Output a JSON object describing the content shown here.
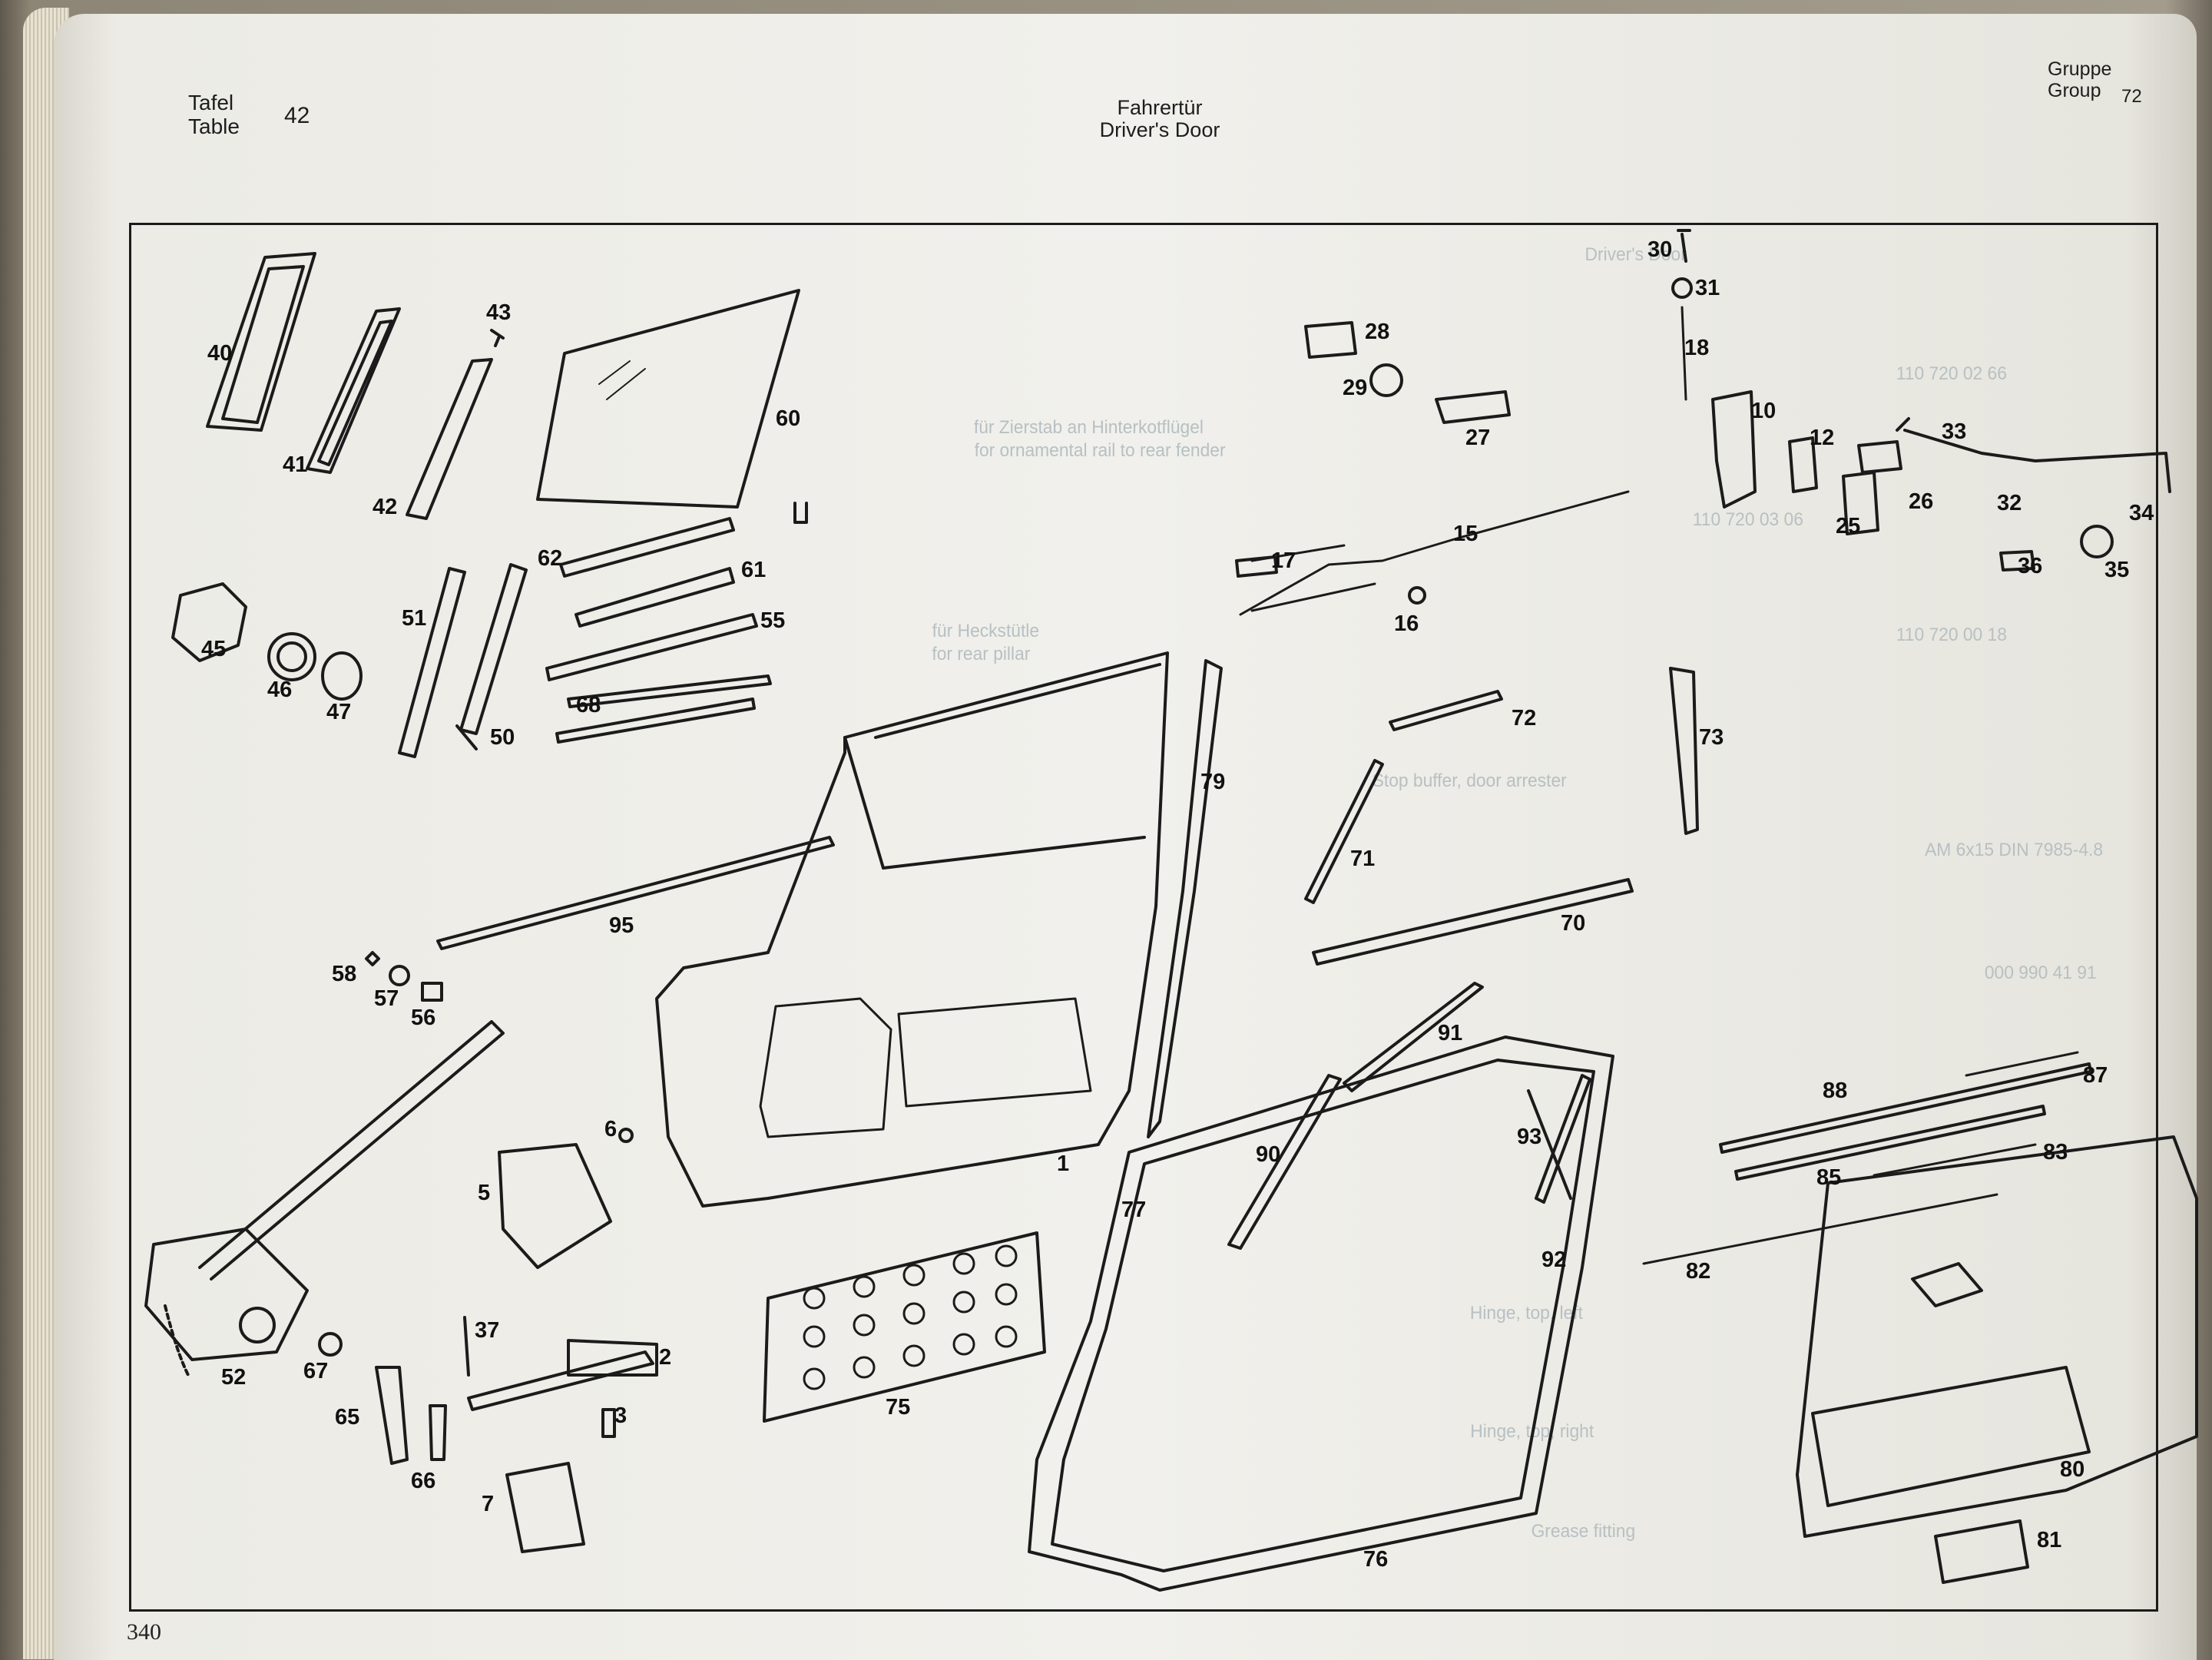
{
  "header": {
    "tafel_label": "Tafel",
    "table_label": "Table",
    "table_number": "42",
    "title_de": "Fahrertür",
    "title_en": "Driver's Door",
    "gruppe_label": "Gruppe",
    "group_label": "Group",
    "group_number": "72"
  },
  "page_number": "340",
  "colors": {
    "paper": "#f1f0ec",
    "ink": "#1b1b1b",
    "bleed": "#b7c0c3"
  },
  "bleed_through": [
    "Driver's Door",
    "110 720 02 66",
    "110 720 00 18",
    "110 720 03 06",
    "AM 6x15 DIN 7985-4.8",
    "000 990 41 91",
    "für Zierstab an Hinterkotflügel",
    "for ornamental rail to rear fender",
    "für Heckstütle",
    "for rear pillar",
    "Stop buffer, door arrester",
    "Hinge, top, left",
    "Hinge, top, right",
    "Grease fitting"
  ],
  "callouts": [
    "1",
    "2",
    "3",
    "5",
    "6",
    "7",
    "10",
    "12",
    "15",
    "16",
    "17",
    "18",
    "25",
    "26",
    "27",
    "28",
    "29",
    "30",
    "31",
    "32",
    "33",
    "34",
    "35",
    "36",
    "37",
    "40",
    "41",
    "42",
    "43",
    "45",
    "46",
    "47",
    "50",
    "51",
    "52",
    "55",
    "56",
    "57",
    "58",
    "60",
    "61",
    "62",
    "65",
    "66",
    "67",
    "68",
    "70",
    "71",
    "72",
    "73",
    "75",
    "76",
    "77",
    "79",
    "80",
    "81",
    "82",
    "83",
    "85",
    "87",
    "88",
    "90",
    "91",
    "92",
    "93",
    "95"
  ]
}
